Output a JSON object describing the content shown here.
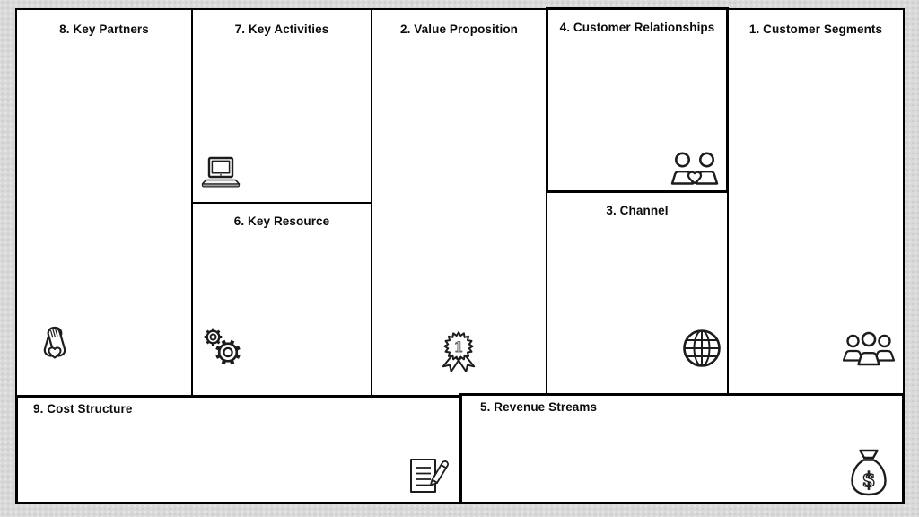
{
  "colors": {
    "page_background": "#d9d9d9",
    "panel_background": "#ffffff",
    "line_color": "#000000",
    "icon_stroke": "#1c1c1c"
  },
  "sections": {
    "key_partners": {
      "label": "8. Key Partners",
      "icon": "hands-heart-icon"
    },
    "key_activities": {
      "label": "7. Key Activities",
      "icon": "laptop-icon"
    },
    "key_resource": {
      "label": "6. Key Resource",
      "icon": "gears-icon"
    },
    "value_proposition": {
      "label": "2. Value Proposition",
      "icon": "award-ribbon-icon",
      "badge_number": "1"
    },
    "customer_relationships": {
      "label": "4. Customer Relationships",
      "icon": "couple-heart-icon"
    },
    "channel": {
      "label": "3. Channel",
      "icon": "globe-icon"
    },
    "customer_segments": {
      "label": "1. Customer Segments",
      "icon": "people-group-icon"
    },
    "cost_structure": {
      "label": "9. Cost Structure",
      "icon": "document-pencil-icon"
    },
    "revenue_streams": {
      "label": "5. Revenue Streams",
      "icon": "money-bag-icon",
      "currency_symbol": "$"
    }
  }
}
